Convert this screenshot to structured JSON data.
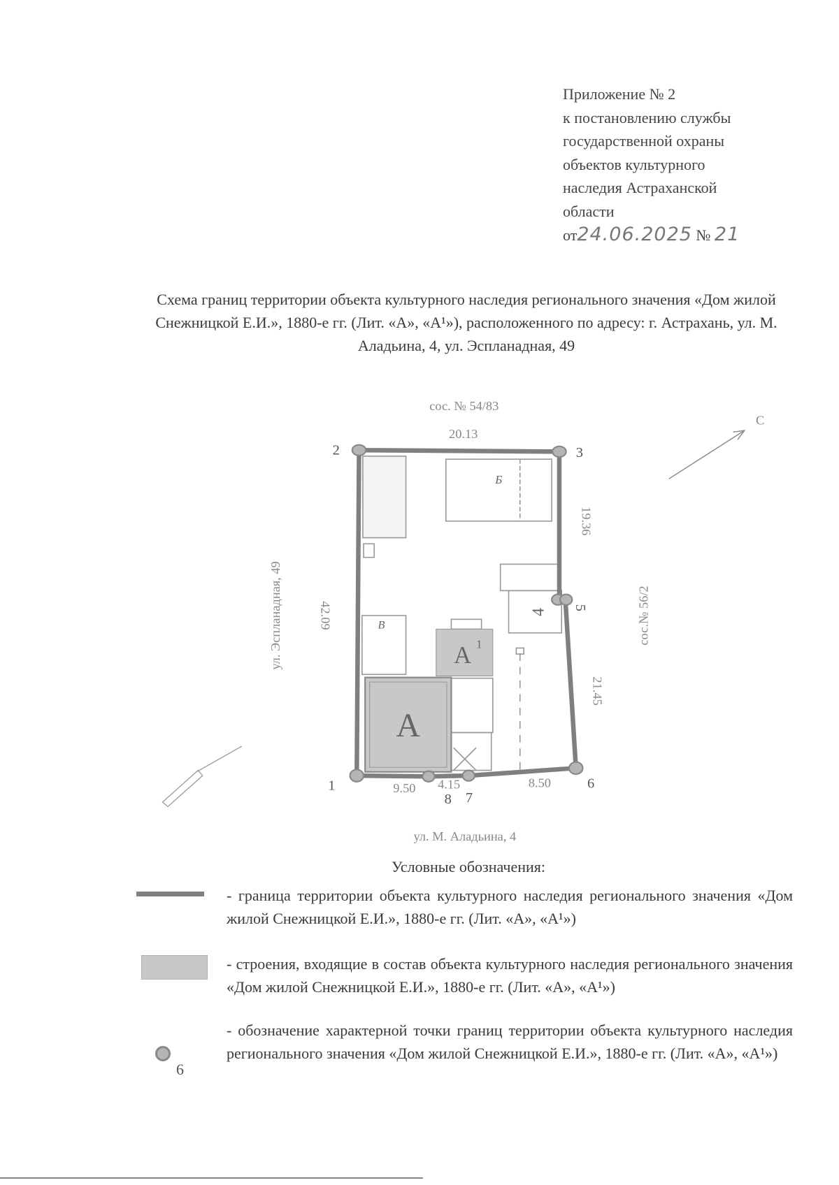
{
  "header": {
    "lines": [
      "Приложение № 2",
      "к постановлению службы",
      "государственной охраны",
      "объектов культурного",
      "наследия Астраханской",
      "области"
    ],
    "date_prefix": "от",
    "date": "24.06.2025",
    "number_prefix": "№",
    "number": "21"
  },
  "title": "Схема границ территории объекта культурного наследия регионального значения «Дом жилой Снежницкой Е.И.», 1880-е гг. (Лит. «А», «А¹»), расположенного по адресу: г. Астрахань, ул. М. Аладьина, 4, ул. Эспланадная, 49",
  "map": {
    "neighbor_top": "сос. № 54/83",
    "neighbor_right": "сос.№ 56/2",
    "street_left": "ул. Эспланадная, 49",
    "street_bottom": "ул. М. Аладьина, 4",
    "north_label": "С",
    "boundary_color": "#7f7f7f",
    "building_fill": "#c8c8c8",
    "points": [
      "1",
      "2",
      "3",
      "5",
      "6",
      "7",
      "8"
    ],
    "distances": {
      "d12": "42.09",
      "d23": "20.13",
      "d35": "19.36",
      "d56": "21.45",
      "d67": "8.50",
      "d78": "4.15",
      "d81": "9.50"
    },
    "building_letters": {
      "main": "А",
      "annex": "А",
      "annex_sup": "1",
      "b": "Б",
      "v": "В",
      "four": "4"
    }
  },
  "legend": {
    "title": "Условные обозначения:",
    "items": [
      {
        "symbol": "boundary-line",
        "text": "- граница территории объекта культурного наследия регионального значения «Дом жилой Снежницкой Е.И.», 1880-е гг. (Лит. «А», «А¹»)"
      },
      {
        "symbol": "building-fill",
        "text": "- строения, входящие в состав объекта культурного наследия регионального значения «Дом жилой Снежницкой Е.И.», 1880-е гг. (Лит. «А», «А¹»)"
      },
      {
        "symbol": "point-marker",
        "marker_label": "6",
        "text": "- обозначение характерной точки границ территории объекта культурного наследия регионального значения «Дом жилой Снежницкой Е.И.», 1880-е гг. (Лит. «А», «А¹»)"
      }
    ]
  }
}
